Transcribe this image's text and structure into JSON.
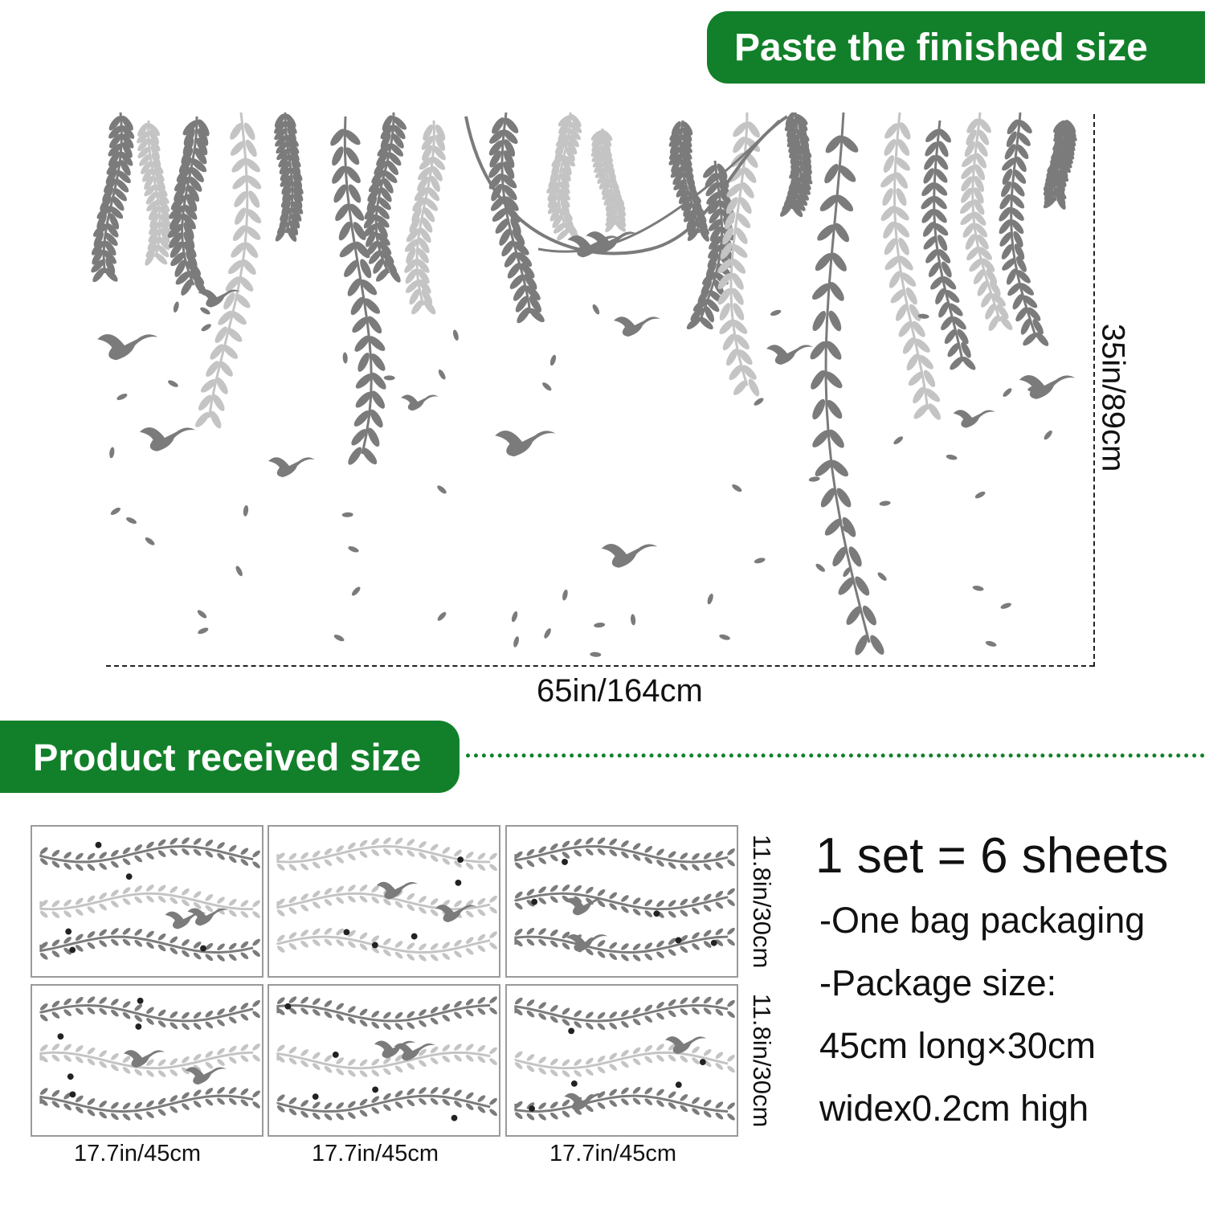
{
  "header": {
    "title": "Paste the finished size"
  },
  "finished": {
    "width_label": "65in/164cm",
    "height_label": "35in/89cm"
  },
  "section": {
    "title": "Product received size"
  },
  "sheets": {
    "width_label": "17.7in/45cm",
    "height_label": "11.8in/30cm",
    "count": 6
  },
  "info": {
    "set_title": "1 set = 6 sheets",
    "lines": [
      "-One bag packaging",
      "-Package size:",
      "45cm long×30cm",
      "widex0.2cm high"
    ]
  },
  "colors": {
    "brand_green": "#12802a",
    "dark_leaf": "#7b7b7b",
    "light_leaf": "#c4c4c4"
  },
  "icons": {
    "art": "hanging-willow-vines-with-birds-illustration",
    "sheet": "decal-sheet-illustration"
  }
}
